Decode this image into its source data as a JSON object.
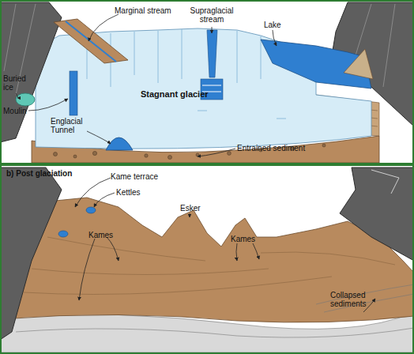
{
  "diagram": {
    "labels": [
      "Marginal stream",
      "Supraglacial stream",
      "Lake",
      "Buried ice",
      "Moulin",
      "Stagnant glacier",
      "Englacial Tunnel",
      "Entrained sediment",
      "b) Post glaciation",
      "Kame terrace",
      "Kettles",
      "Esker",
      "Kames",
      "Kames",
      "Collapsed sediments"
    ]
  }
}
